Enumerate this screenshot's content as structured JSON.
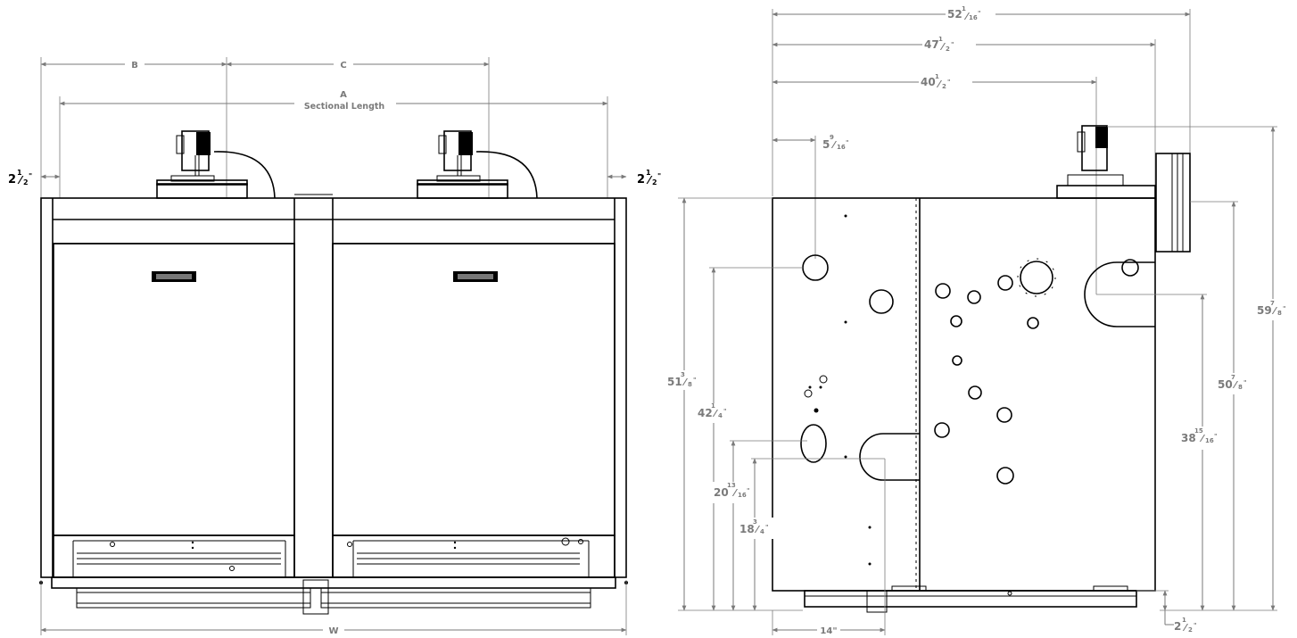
{
  "front_view": {
    "dim_b": "B",
    "dim_c": "C",
    "dim_a": "A",
    "dim_a_sub": "Sectional Length",
    "dim_w": "W",
    "clear_left_whole": "2",
    "clear_left_num": "1",
    "clear_left_den": "2",
    "clear_right_whole": "2",
    "clear_right_num": "1",
    "clear_right_den": "2"
  },
  "side_view": {
    "overall_width": {
      "whole": "52",
      "num": "1",
      "den": "16"
    },
    "width_47": {
      "whole": "47",
      "num": "1",
      "den": "2"
    },
    "width_40": {
      "whole": "40",
      "num": "1",
      "den": "2"
    },
    "offset_5": {
      "whole": "5",
      "num": "9",
      "den": "16"
    },
    "height_51": {
      "whole": "51",
      "num": "3",
      "den": "8"
    },
    "height_42": {
      "whole": "42",
      "num": "1",
      "den": "4"
    },
    "height_20": {
      "whole": "20",
      "num": "13",
      "den": "16"
    },
    "height_18": {
      "whole": "18",
      "num": "3",
      "den": "4"
    },
    "height_59": {
      "whole": "59",
      "num": "7",
      "den": "8"
    },
    "height_50": {
      "whole": "50",
      "num": "7",
      "den": "8"
    },
    "height_38": {
      "whole": "38",
      "num": "15",
      "den": "16"
    },
    "base_14": "14\"",
    "base_clear": {
      "whole": "2",
      "num": "1",
      "den": "2"
    }
  }
}
